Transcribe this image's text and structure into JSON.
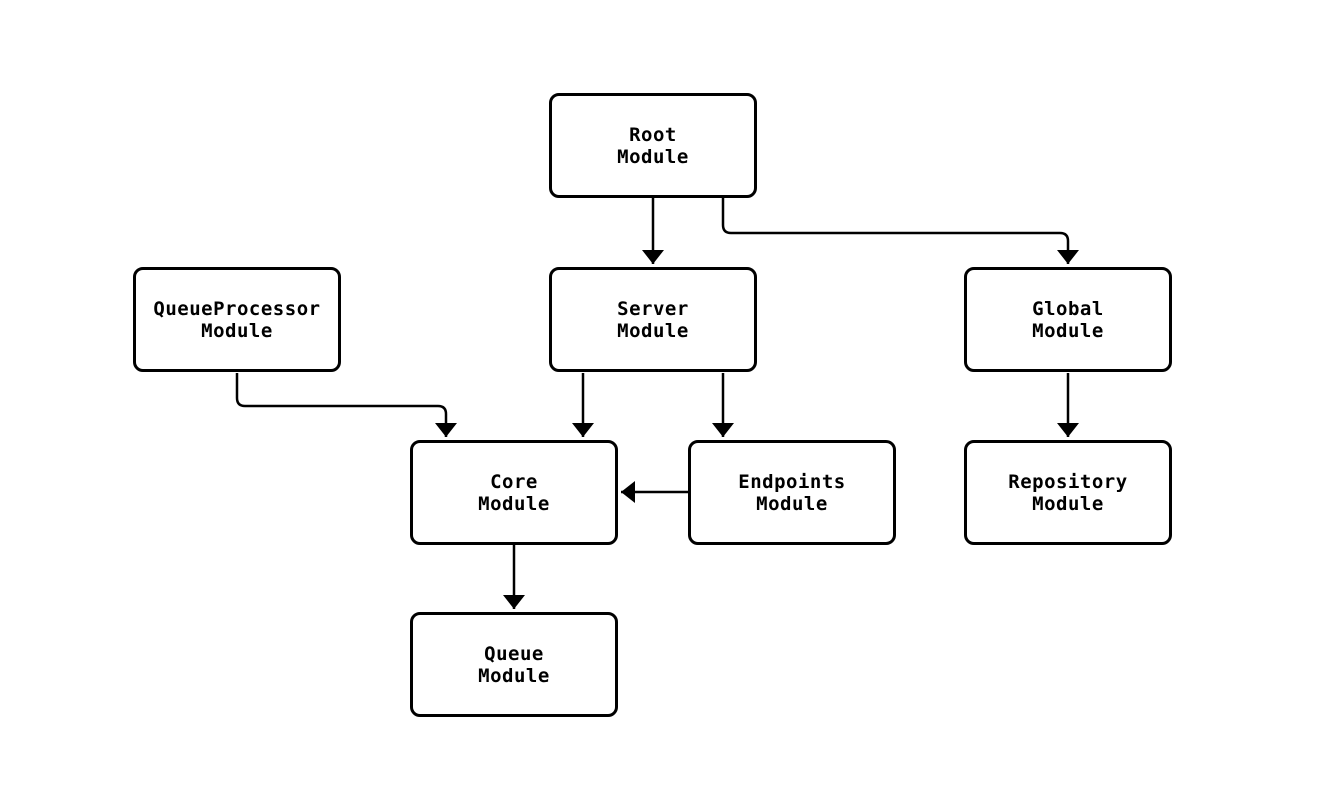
{
  "diagram": {
    "type": "flowchart",
    "colors": {
      "background": "#ffffff",
      "node_fill": "#ffffff",
      "node_stroke": "#000000",
      "edge_stroke": "#000000",
      "text": "#000000"
    },
    "nodes": {
      "root": {
        "line1": "Root",
        "line2": "Module"
      },
      "queueprocessor": {
        "line1": "QueueProcessor",
        "line2": "Module"
      },
      "server": {
        "line1": "Server",
        "line2": "Module"
      },
      "global": {
        "line1": "Global",
        "line2": "Module"
      },
      "core": {
        "line1": "Core",
        "line2": "Module"
      },
      "endpoints": {
        "line1": "Endpoints",
        "line2": "Module"
      },
      "repository": {
        "line1": "Repository",
        "line2": "Module"
      },
      "queue": {
        "line1": "Queue",
        "line2": "Module"
      }
    },
    "edges": [
      {
        "from": "Root Module",
        "to": "Server Module"
      },
      {
        "from": "Root Module",
        "to": "Global Module"
      },
      {
        "from": "QueueProcessor Module",
        "to": "Core Module"
      },
      {
        "from": "Server Module",
        "to": "Core Module"
      },
      {
        "from": "Server Module",
        "to": "Endpoints Module"
      },
      {
        "from": "Endpoints Module",
        "to": "Core Module"
      },
      {
        "from": "Global Module",
        "to": "Repository Module"
      },
      {
        "from": "Core Module",
        "to": "Queue Module"
      }
    ]
  }
}
